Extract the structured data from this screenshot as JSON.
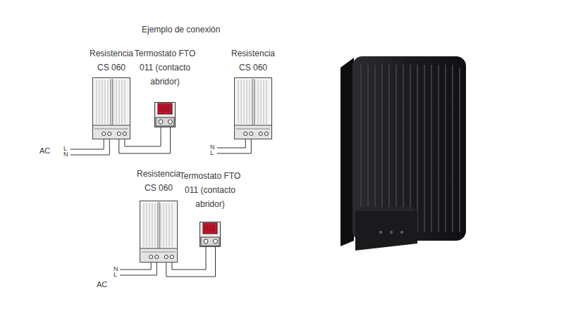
{
  "diagram": {
    "title": "Ejemplo de conexión",
    "nodes": [
      {
        "text": [
          "Resistencia CS 060"
        ]
      },
      {
        "text": [
          "Termostato FTO 011 (contacto abridor)"
        ]
      },
      {
        "text": [
          "Resistencia CS 060"
        ]
      },
      {
        "text": [
          "Resistencia CS 060"
        ]
      },
      {
        "text": [
          "Termostato FTO 011 (contacto abridor)"
        ]
      }
    ],
    "edges": [
      {
        "from": 0,
        "to": 1,
        "arrow": "none"
      },
      {
        "from": 0,
        "to": 1,
        "arrow": "none"
      },
      {
        "from": 3,
        "to": 4,
        "arrow": "none"
      },
      {
        "from": 3,
        "to": 4,
        "arrow": "none"
      }
    ],
    "labels": [
      "AC",
      "L",
      "N",
      "N",
      "L",
      "N",
      "L",
      "AC"
    ]
  }
}
